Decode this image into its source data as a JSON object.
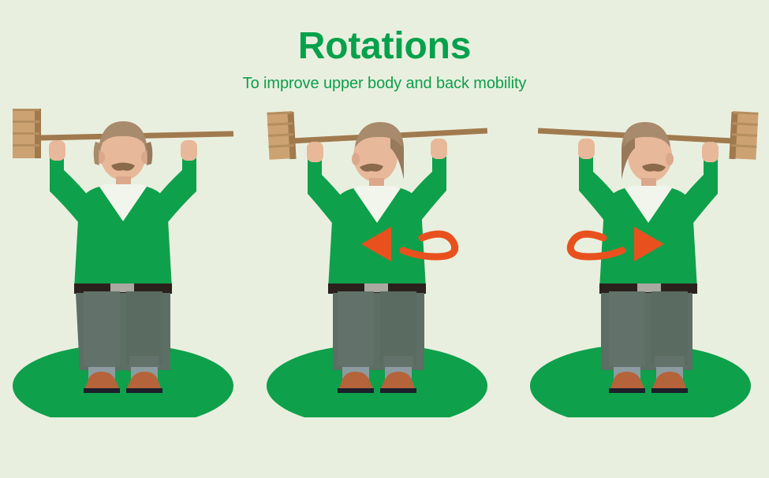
{
  "header": {
    "title": "Rotations",
    "subtitle": "To improve upper body and back mobility"
  },
  "palette": {
    "background": "#e9efdf",
    "green": "#0fa04b",
    "green_dark": "#06a14b",
    "green_ellipse": "#0ea04b",
    "skin": "#e8b89b",
    "skin_shadow": "#dba88c",
    "hair": "#a88a6c",
    "hair_dark": "#97795c",
    "mustache": "#8a6a4b",
    "shirt_white": "#f2f5ec",
    "trousers": "#5d6e64",
    "trousers_light": "#6b7b71",
    "belt": "#2a211d",
    "buckle": "#a9a9a1",
    "sock": "#8c9ba0",
    "shoe": "#b5633a",
    "shoe_sole": "#1d1f2b",
    "stick": "#a07a4e",
    "broom_light": "#cda273",
    "broom_mid": "#c0norm",
    "broom_dark": "#a07a4e",
    "arrow": "#e8511e"
  },
  "figures": [
    {
      "id": "figure-1",
      "name": "man-holding-broom-neutral",
      "pose": "neutral",
      "broom_side": "left",
      "has_arrow": false,
      "arrow_direction": "none"
    },
    {
      "id": "figure-2",
      "name": "man-rotating-left",
      "pose": "rotated-left",
      "broom_side": "left",
      "has_arrow": true,
      "arrow_direction": "left"
    },
    {
      "id": "figure-3",
      "name": "man-rotating-right",
      "pose": "rotated-right",
      "broom_side": "right",
      "has_arrow": true,
      "arrow_direction": "right"
    }
  ]
}
